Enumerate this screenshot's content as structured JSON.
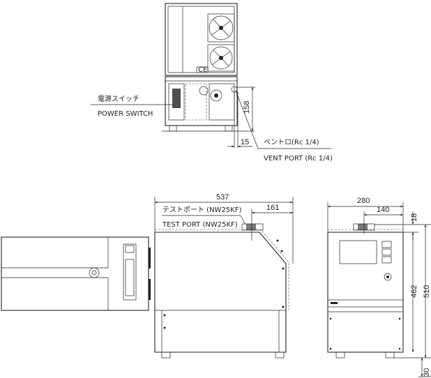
{
  "labels": {
    "power_switch_jp": "電源スイッチ",
    "power_switch_en": "POWER SWITCH",
    "vent_port_jp": "ベントロ(Rc 1/4)",
    "vent_port_en": "VENT PORT (Rc 1/4)",
    "test_port_jp": "テストポート (NW25KF)",
    "test_port_en": "TEST PORT (NW25KF)",
    "front_badge": "CE"
  },
  "dimensions": {
    "vent_height": "158",
    "vent_offset": "15",
    "depth": "537",
    "test_port_depth": "161",
    "width": "280",
    "test_port_width": "140",
    "port_height": "18",
    "body_height": "462",
    "total_height": "510",
    "foot_height": "30"
  }
}
